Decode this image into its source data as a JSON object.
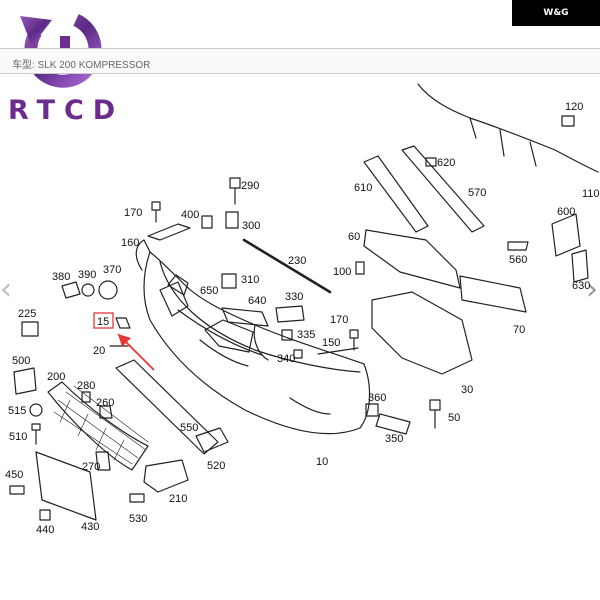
{
  "page": {
    "brand_watermark": "W&G",
    "logo_text": "RTCD"
  },
  "header": {
    "title": "车型: SLK 200 KOMPRESSOR"
  },
  "nav": {
    "prev_icon": "chevron-left-icon",
    "next_icon": "chevron-right-icon"
  },
  "diagram": {
    "highlighted_part": "15",
    "highlight_color": "#e53935",
    "part_labels": [
      {
        "id": "p10",
        "text": "10"
      },
      {
        "id": "p15",
        "text": "15"
      },
      {
        "id": "p20",
        "text": "20"
      },
      {
        "id": "p30",
        "text": "30"
      },
      {
        "id": "p50",
        "text": "50"
      },
      {
        "id": "p60",
        "text": "60"
      },
      {
        "id": "p70",
        "text": "70"
      },
      {
        "id": "p100",
        "text": "100"
      },
      {
        "id": "p110",
        "text": "110"
      },
      {
        "id": "p120",
        "text": "120"
      },
      {
        "id": "p150",
        "text": "150"
      },
      {
        "id": "p160",
        "text": "160"
      },
      {
        "id": "p170a",
        "text": "170"
      },
      {
        "id": "p170b",
        "text": "170"
      },
      {
        "id": "p200",
        "text": "200"
      },
      {
        "id": "p210",
        "text": "210"
      },
      {
        "id": "p225",
        "text": "225"
      },
      {
        "id": "p230",
        "text": "230"
      },
      {
        "id": "p260",
        "text": "260"
      },
      {
        "id": "p270",
        "text": "270"
      },
      {
        "id": "p280",
        "text": "280"
      },
      {
        "id": "p290",
        "text": "290"
      },
      {
        "id": "p300",
        "text": "300"
      },
      {
        "id": "p310",
        "text": "310"
      },
      {
        "id": "p330",
        "text": "330"
      },
      {
        "id": "p335",
        "text": "335"
      },
      {
        "id": "p340",
        "text": "340"
      },
      {
        "id": "p350",
        "text": "350"
      },
      {
        "id": "p360",
        "text": "360"
      },
      {
        "id": "p370",
        "text": "370"
      },
      {
        "id": "p380",
        "text": "380"
      },
      {
        "id": "p390",
        "text": "390"
      },
      {
        "id": "p400",
        "text": "400"
      },
      {
        "id": "p430",
        "text": "430"
      },
      {
        "id": "p440",
        "text": "440"
      },
      {
        "id": "p450",
        "text": "450"
      },
      {
        "id": "p500",
        "text": "500"
      },
      {
        "id": "p510",
        "text": "510"
      },
      {
        "id": "p515",
        "text": "515"
      },
      {
        "id": "p520",
        "text": "520"
      },
      {
        "id": "p530",
        "text": "530"
      },
      {
        "id": "p550",
        "text": "550"
      },
      {
        "id": "p560",
        "text": "560"
      },
      {
        "id": "p570",
        "text": "570"
      },
      {
        "id": "p600",
        "text": "600"
      },
      {
        "id": "p610",
        "text": "610"
      },
      {
        "id": "p620",
        "text": "620"
      },
      {
        "id": "p630",
        "text": "630"
      },
      {
        "id": "p640",
        "text": "640"
      },
      {
        "id": "p650",
        "text": "650"
      }
    ]
  }
}
